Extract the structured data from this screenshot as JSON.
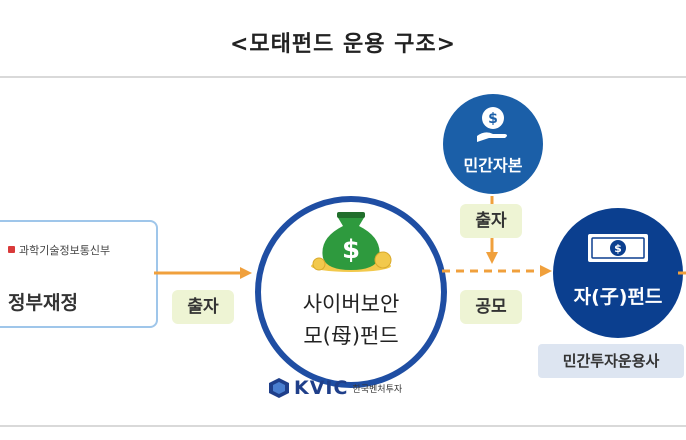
{
  "title": "<모태펀드 운용 구조>",
  "government": {
    "ministry": "과학기술정보통신부",
    "label": "정부재정"
  },
  "flows": {
    "gov_to_mother": "출자",
    "private_to_child": "출자",
    "mother_to_child": "공모"
  },
  "mother_fund": {
    "line1": "사이버보안",
    "line2": "모(母)펀드"
  },
  "private_capital": {
    "label": "민간자본"
  },
  "child_fund": {
    "label": "자(子)펀드"
  },
  "manager": {
    "label": "민간투자운용사"
  },
  "kvic": {
    "logo_text": "KVIC",
    "org_name": "한국벤처투자"
  },
  "colors": {
    "arrow": "#f0a03c",
    "mother_ring": "#1f4ea3",
    "private_bg": "#1b5fa8",
    "child_bg": "#0b3f8f",
    "tag_bg": "#eef4d4",
    "gov_border": "#9fc6ea",
    "money_green": "#2e9a3e"
  },
  "icons": {
    "gov": "red-square-icon",
    "mother": "money-bag-icon",
    "private": "coin-hand-icon",
    "child": "banknote-icon",
    "kvic": "kvic-logo-icon"
  }
}
